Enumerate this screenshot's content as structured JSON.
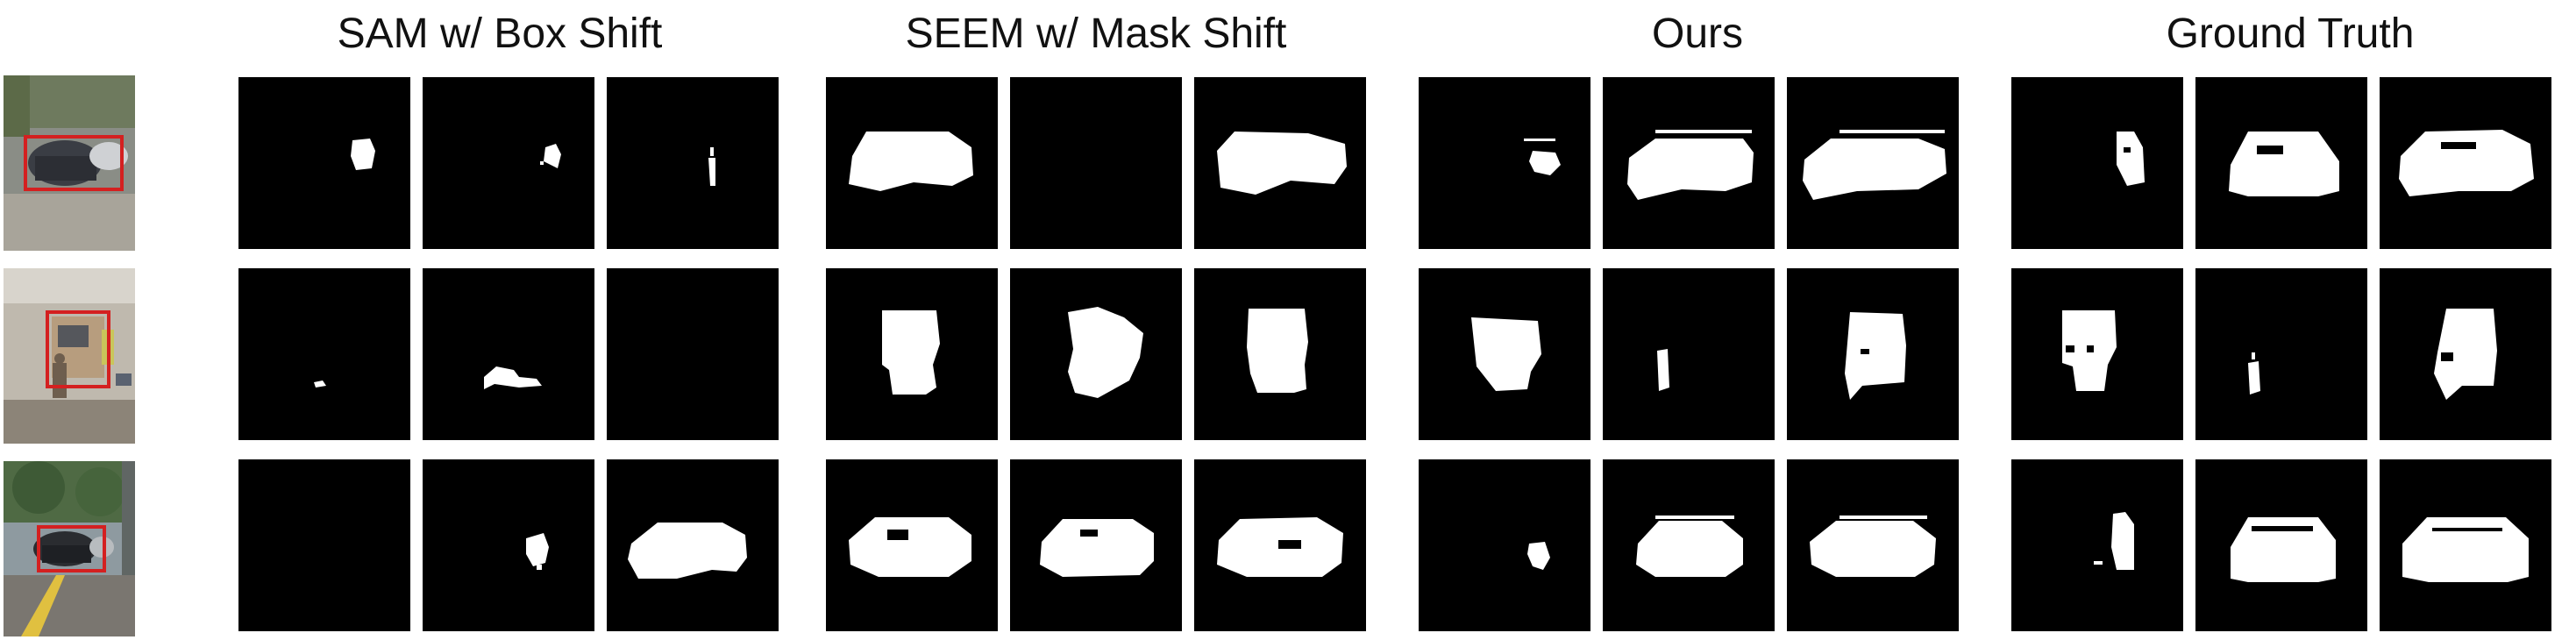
{
  "figure": {
    "column_groups": [
      {
        "id": "sam",
        "title": "SAM w/ Box Shift"
      },
      {
        "id": "seem",
        "title": "SEEM w/ Mask Shift"
      },
      {
        "id": "ours",
        "title": "Ours"
      },
      {
        "id": "gt",
        "title": "Ground Truth"
      }
    ],
    "rows": [
      {
        "id": "row-1",
        "scene": "road with cars",
        "box_color": "#d42020"
      },
      {
        "id": "row-2",
        "scene": "truck with pedestrian",
        "box_color": "#d42020"
      },
      {
        "id": "row-3",
        "scene": "car under trees",
        "box_color": "#d42020"
      }
    ]
  }
}
